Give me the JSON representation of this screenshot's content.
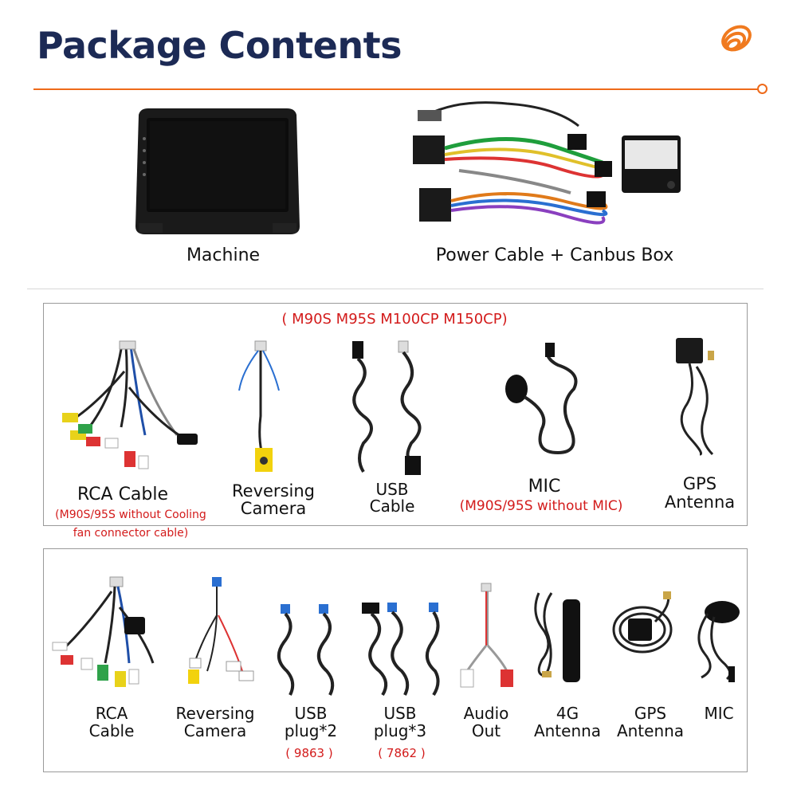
{
  "header": {
    "title": "Package Contents",
    "accent_color": "#ee6a1a",
    "title_color": "#1c2a55",
    "logo_icon": "orange-spiral-logo"
  },
  "top_items": [
    {
      "label": "Machine",
      "icon": "car-stereo-head-unit"
    },
    {
      "label": "Power Cable + Canbus Box",
      "icon": "wiring-harness-with-canbus-box"
    }
  ],
  "section1": {
    "models_note": "( M90S M95S M100CP M150CP)",
    "items": [
      {
        "label": "RCA Cable",
        "note_line1": "(M90S/95S without Cooling",
        "note_line2": "fan connector cable)",
        "icon": "rca-cable"
      },
      {
        "label_line1": "Reversing",
        "label_line2": "Camera",
        "icon": "reversing-camera-cable"
      },
      {
        "label_line1": "USB",
        "label_line2": "Cable",
        "icon": "usb-cable"
      },
      {
        "label": "MIC",
        "note": "(M90S/95S without MIC)",
        "icon": "microphone"
      },
      {
        "label_line1": "GPS",
        "label_line2": "Antenna",
        "icon": "gps-antenna"
      }
    ]
  },
  "section2": {
    "items": [
      {
        "label_line1": "RCA",
        "label_line2": "Cable",
        "icon": "rca-cable"
      },
      {
        "label_line1": "Reversing",
        "label_line2": "Camera",
        "icon": "reversing-camera-cable"
      },
      {
        "label_line1": "USB",
        "label_line2": "plug*2",
        "note": "( 9863 )",
        "icon": "usb-plug-2"
      },
      {
        "label_line1": "USB",
        "label_line2": "plug*3",
        "note": "( 7862 )",
        "icon": "usb-plug-3"
      },
      {
        "label_line1": "Audio",
        "label_line2": "Out",
        "icon": "audio-out-cable"
      },
      {
        "label_line1": "4G",
        "label_line2": "Antenna",
        "icon": "4g-antenna"
      },
      {
        "label_line1": "GPS",
        "label_line2": "Antenna",
        "icon": "gps-antenna"
      },
      {
        "label": "MIC",
        "icon": "microphone"
      }
    ]
  }
}
